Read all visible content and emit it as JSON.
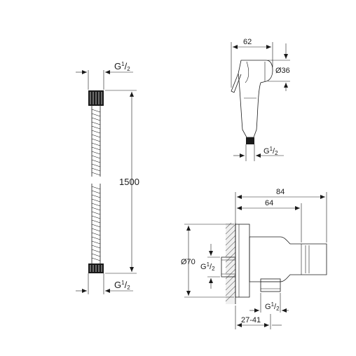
{
  "hose": {
    "length_label": "1500",
    "top_thread": {
      "main": "G",
      "num": "1",
      "den": "2"
    },
    "bottom_thread": {
      "main": "G",
      "num": "1",
      "den": "2"
    }
  },
  "handshower": {
    "width_label": "62",
    "diameter_label": "Ø36",
    "thread": {
      "main": "G",
      "num": "1",
      "den": "2"
    }
  },
  "wall_union": {
    "overall_depth_label": "84",
    "depth_label": "64",
    "flange_diameter_label": "Ø70",
    "inlet_thread": {
      "main": "G",
      "num": "1",
      "den": "2"
    },
    "outlet_thread": {
      "main": "G",
      "num": "1",
      "den": "2"
    },
    "projection_range_label": "27-41"
  }
}
